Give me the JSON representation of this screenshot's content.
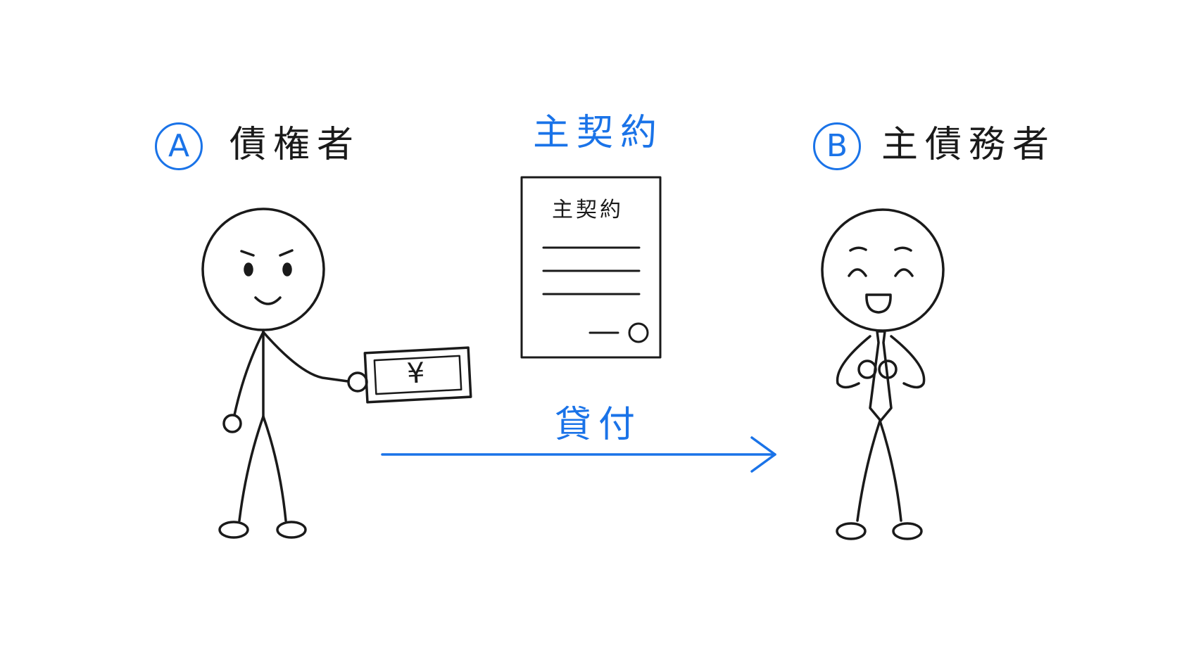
{
  "creditor": {
    "letter": "A",
    "label": "債権者"
  },
  "debtor": {
    "letter": "B",
    "label": "主債務者"
  },
  "contract": {
    "heading": "主契約",
    "document_title": "主契約"
  },
  "banknote": {
    "symbol": "¥"
  },
  "loan": {
    "label": "貸付"
  },
  "colors": {
    "accent": "#1a73e8",
    "ink": "#1a1a1a",
    "background": "#ffffff"
  }
}
